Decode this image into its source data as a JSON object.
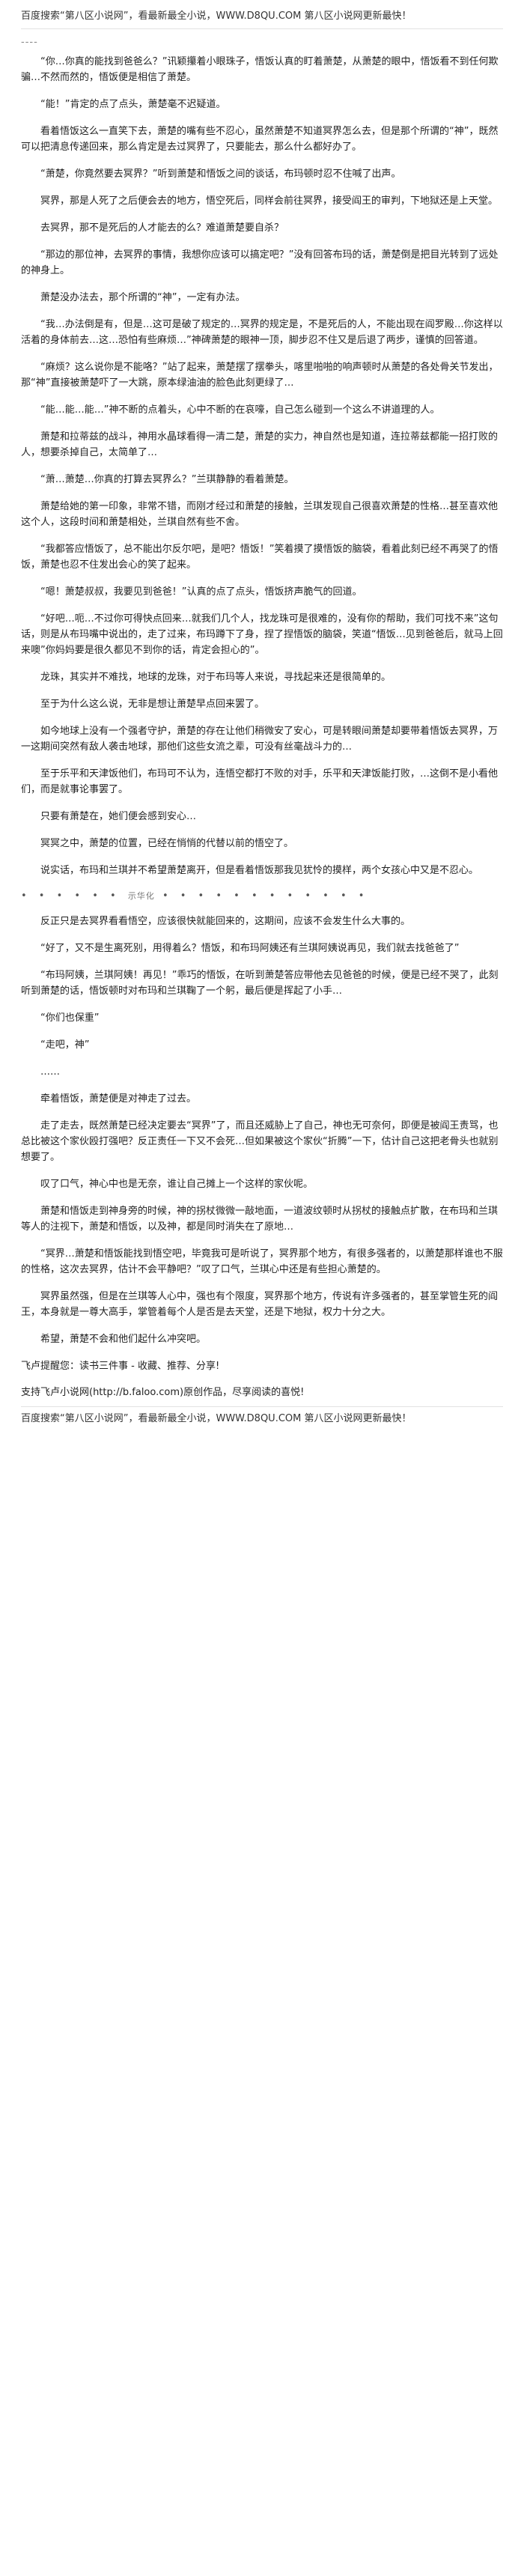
{
  "header": {
    "banner": "百度搜索“第八区小说网”，看最新最全小说，WWW.D8QU.COM  第八区小说网更新最快！"
  },
  "leading_dash": "----",
  "paragraphs": [
    "“你…你真的能找到爸爸么？”讯颖攥着小眼珠子，悟饭认真的盯着萧楚，从萧楚的眼中，悟饭看不到任何欺骗…不然而然的，悟饭便是相信了萧楚。",
    "“能！”肯定的点了点头，萧楚毫不迟疑道。",
    "看着悟饭这么一直笑下去，萧楚的嘴有些不忍心，虽然萧楚不知道冥界怎么去，但是那个所谓的“神”，既然可以把清息传递回来，那么肯定是去过冥界了，只要能去，那么什么都好办了。",
    "“萧楚，你竟然要去冥界？”听到萧楚和悟饭之间的谈话，布玛顿时忍不住喊了出声。",
    "冥界，那是人死了之后便会去的地方，悟空死后，同样会前往冥界，接受阎王的审判，下地狱还是上天堂。",
    "去冥界，那不是死后的人才能去的么？难道萧楚要自杀？",
    "“那边的那位神，去冥界的事情，我想你应该可以搞定吧？”没有回答布玛的话，萧楚倒是把目光转到了远处的神身上。",
    "萧楚没办法去，那个所谓的“神”，一定有办法。",
    "“我…办法倒是有，但是…这可是破了规定的…冥界的规定是，不是死后的人，不能出现在阎罗殿…你这样以活着的身体前去…这…恐怕有些麻烦…”神碑萧楚的眼神一顶，脚步忍不住又是后退了两步，谨慎的回答道。",
    "“麻烦？这么说你是不能咯？”站了起来，萧楚摆了摆拳头，喀里啪啪的响声顿时从萧楚的各处骨关节发出，那“神”直接被萧楚吓了一大跳，原本绿油油的脸色此刻更绿了…",
    "“能…能…能…”神不断的点着头，心中不断的在哀嚎，自己怎么碰到一个这么不讲道理的人。",
    "萧楚和拉蒂兹的战斗，神用水晶球看得一清二楚，萧楚的实力，神自然也是知道，连拉蒂兹都能一招打败的人，想要杀掉自己，太简单了…",
    "“萧…萧楚…你真的打算去冥界么？”兰琪静静的看着萧楚。",
    "萧楚给她的第一印象，非常不错，而刚才经过和萧楚的接触，兰琪发现自己很喜欢萧楚的性格…甚至喜欢他这个人，这段时间和萧楚相处，兰琪自然有些不舍。",
    "“我都答应悟饭了，总不能出尔反尔吧，是吧？悟饭！”笑着摸了摸悟饭的脑袋，看着此刻已经不再哭了的悟饭，萧楚也忍不住发出会心的笑了起来。",
    "“嗯！萧楚叔叔，我要见到爸爸！”认真的点了点头，悟饭挤声脆气的回道。",
    "“好吧…呃…不过你可得快点回来…就我们几个人，找龙珠可是很难的，没有你的帮助，我们可找不来”这句话，则是从布玛嘴中说出的，走了过来，布玛蹲下了身，捏了捏悟饭的脑袋，笑道“悟饭…见到爸爸后，就马上回来噢”你妈妈要是很久都见不到你的话，肯定会担心的”。",
    "龙珠，其实并不难找，地球的龙珠，对于布玛等人来说，寻找起来还是很简单的。",
    "至于为什么这么说，无非是想让萧楚早点回来罢了。",
    "如今地球上没有一个强者守护，萧楚的存在让他们稍微安了安心，可是转眼间萧楚却要带着悟饭去冥界，万一这期间突然有敌人袭击地球，那他们这些女流之辈，可没有丝毫战斗力的…",
    "至于乐平和天津饭他们，布玛可不认为，连悟空都打不败的对手，乐平和天津饭能打败，…这倒不是小看他们，而是就事论事罢了。",
    "只要有萧楚在，她们便会感到安心…",
    "冥冥之中，萧楚的位置，已经在悄悄的代替以前的悟空了。",
    "说实话，布玛和兰琪并不希望萧楚离开，但是看着悟饭那我见犹怜的摸样，两个女孩心中又是不忍心。"
  ],
  "divider": {
    "left": "• • • • • •",
    "middle": "示华化",
    "right": "• • • • • • • • • • • •"
  },
  "paragraphs_after": [
    "反正只是去冥界看看悟空，应该很快就能回来的，这期间，应该不会发生什么大事的。",
    "“好了，又不是生离死别，用得着么？悟饭，和布玛阿姨还有兰琪阿姨说再见，我们就去找爸爸了”",
    "“布玛阿姨，兰琪阿姨！再见！”乖巧的悟饭，在听到萧楚答应带他去见爸爸的时候，便是已经不哭了，此刻听到萧楚的话，悟饭顿时对布玛和兰琪鞠了一个躬，最后便是挥起了小手…",
    "“你们也保重”",
    "“走吧，神”",
    "……",
    "牵着悟饭，萧楚便是对神走了过去。",
    "走了走去，既然萧楚已经决定要去“冥界”了，而且还威胁上了自己，神也无可奈何，即便是被阎王责骂，也总比被这个家伙殴打强吧？反正责任一下又不会死…但如果被这个家伙“折腾”一下，估计自己这把老骨头也就别想要了。",
    "叹了口气，神心中也是无奈，谁让自己摊上一个这样的家伙呢。",
    "萧楚和悟饭走到神身旁的时候，神的拐杖微微一敲地面，一道波纹顿时从拐杖的接触点扩散，在布玛和兰琪等人的注视下，萧楚和悟饭，以及神，都是同时消失在了原地…",
    "“冥界…萧楚和悟饭能找到悟空吧，毕竟我可是听说了，冥界那个地方，有很多强者的，以萧楚那样谁也不服的性格，这次去冥界，估计不会平静吧？”叹了口气，兰琪心中还是有些担心萧楚的。",
    "冥界虽然强，但是在兰琪等人心中，强也有个限度，冥界那个地方，传说有许多强者的，甚至掌管生死的阎王，本身就是一尊大高手，掌管着每个人是否是去天堂，还是下地狱，权力十分之大。",
    "希望，萧楚不会和他们起什么冲突吧。"
  ],
  "note": "飞卢提醒您：读书三件事 - 收藏、推荐、分享!",
  "support": "支持飞卢小说网(http://b.faloo.com)原创作品，尽享阅读的喜悦!",
  "footer": {
    "banner": "百度搜索“第八区小说网”，看最新最全小说，WWW.D8QU.COM  第八区小说网更新最快！"
  }
}
